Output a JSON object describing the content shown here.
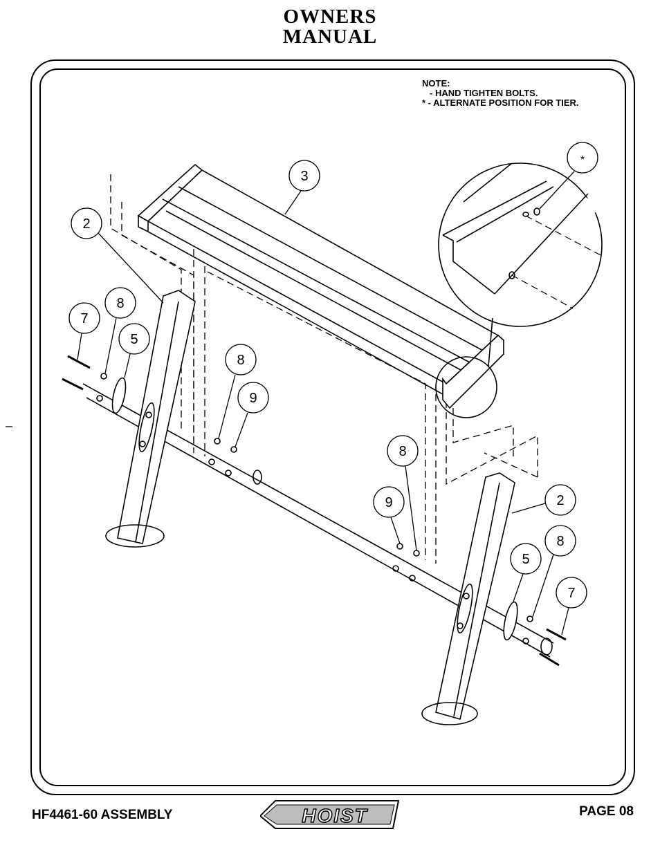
{
  "header": {
    "title_line1": "OWNERS",
    "title_line2": "MANUAL"
  },
  "note": {
    "heading": "NOTE:",
    "line1": "- HAND TIGHTEN BOLTS.",
    "line2_marker": "* -",
    "line2": "ALTERNATE POSITION FOR TIER."
  },
  "callouts": {
    "c3": "3",
    "c2a": "2",
    "c2b": "2",
    "c8a": "8",
    "c8b": "8",
    "c8c": "8",
    "c8d": "8",
    "c7a": "7",
    "c7b": "7",
    "c5a": "5",
    "c5b": "5",
    "c9a": "9",
    "c9b": "9",
    "cstar": "*"
  },
  "footer": {
    "model": "HF4461-60 ASSEMBLY",
    "page": "PAGE 08",
    "logo_text": "HOIST"
  }
}
